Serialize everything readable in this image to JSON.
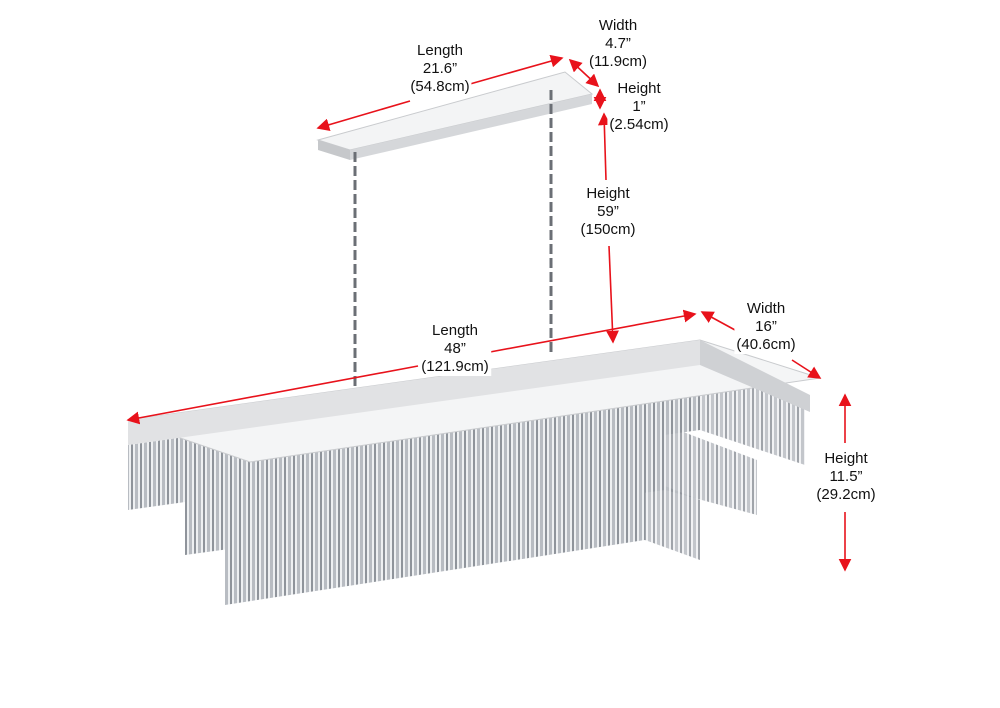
{
  "colors": {
    "arrow": "#e8121b",
    "chrome": "#d9dadc",
    "text": "#111111"
  },
  "dimensions": {
    "canopy_length": {
      "title": "Length",
      "inches": "21.6”",
      "cm": "(54.8cm)"
    },
    "canopy_width": {
      "title": "Width",
      "inches": "4.7”",
      "cm": "(11.9cm)"
    },
    "canopy_height": {
      "title": "Height",
      "inches": "1”",
      "cm": "(2.54cm)"
    },
    "overall_height": {
      "title": "Height",
      "inches": "59”",
      "cm": "(150cm)"
    },
    "fixture_length": {
      "title": "Length",
      "inches": "48”",
      "cm": "(121.9cm)"
    },
    "fixture_width": {
      "title": "Width",
      "inches": "16”",
      "cm": "(40.6cm)"
    },
    "fixture_height": {
      "title": "Height",
      "inches": "11.5”",
      "cm": "(29.2cm)"
    }
  }
}
